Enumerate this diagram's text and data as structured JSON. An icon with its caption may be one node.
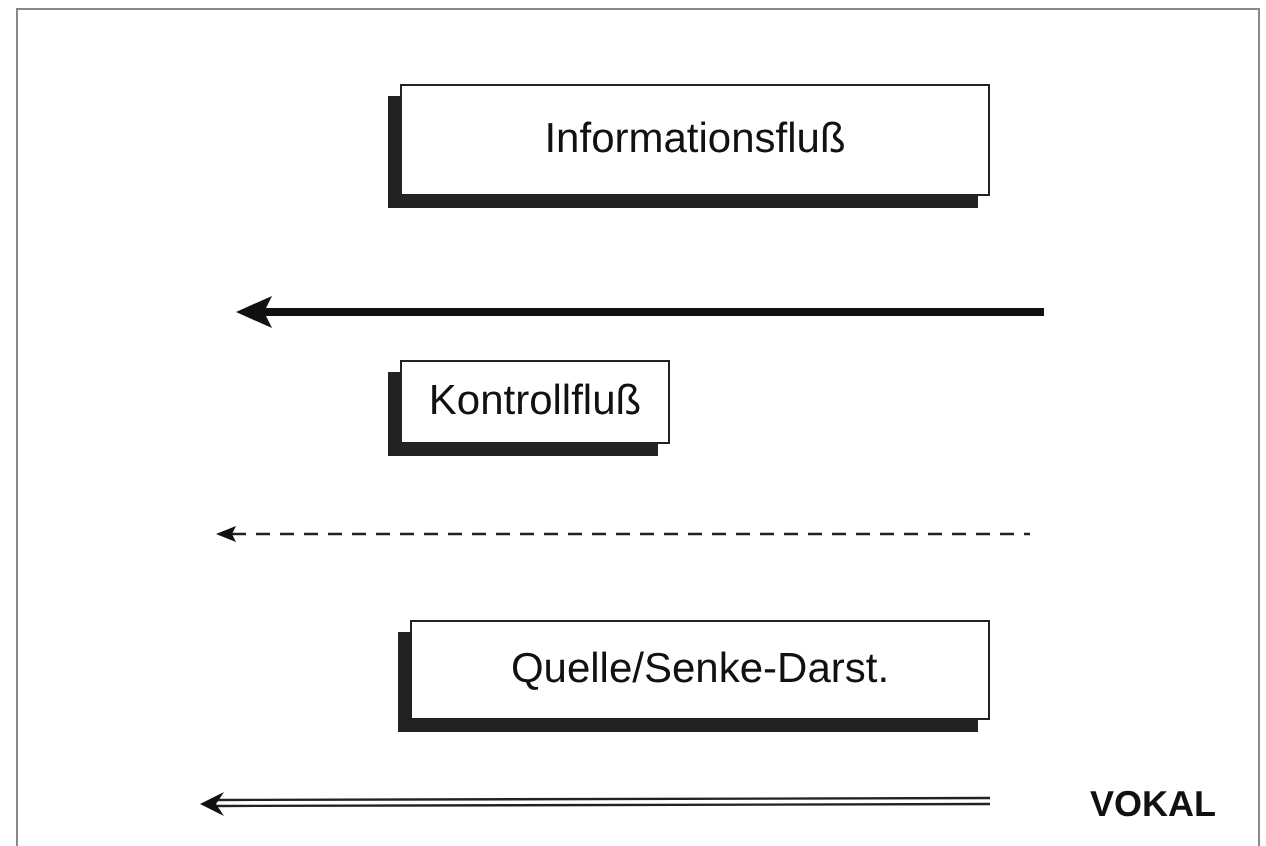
{
  "diagram": {
    "labels": [
      "VOKAL"
    ],
    "legend": [
      {
        "text": "Informationsfluß"
      },
      {
        "text": "Kontrollfluß"
      },
      {
        "text": "Quelle/Senke-Darst."
      }
    ]
  }
}
